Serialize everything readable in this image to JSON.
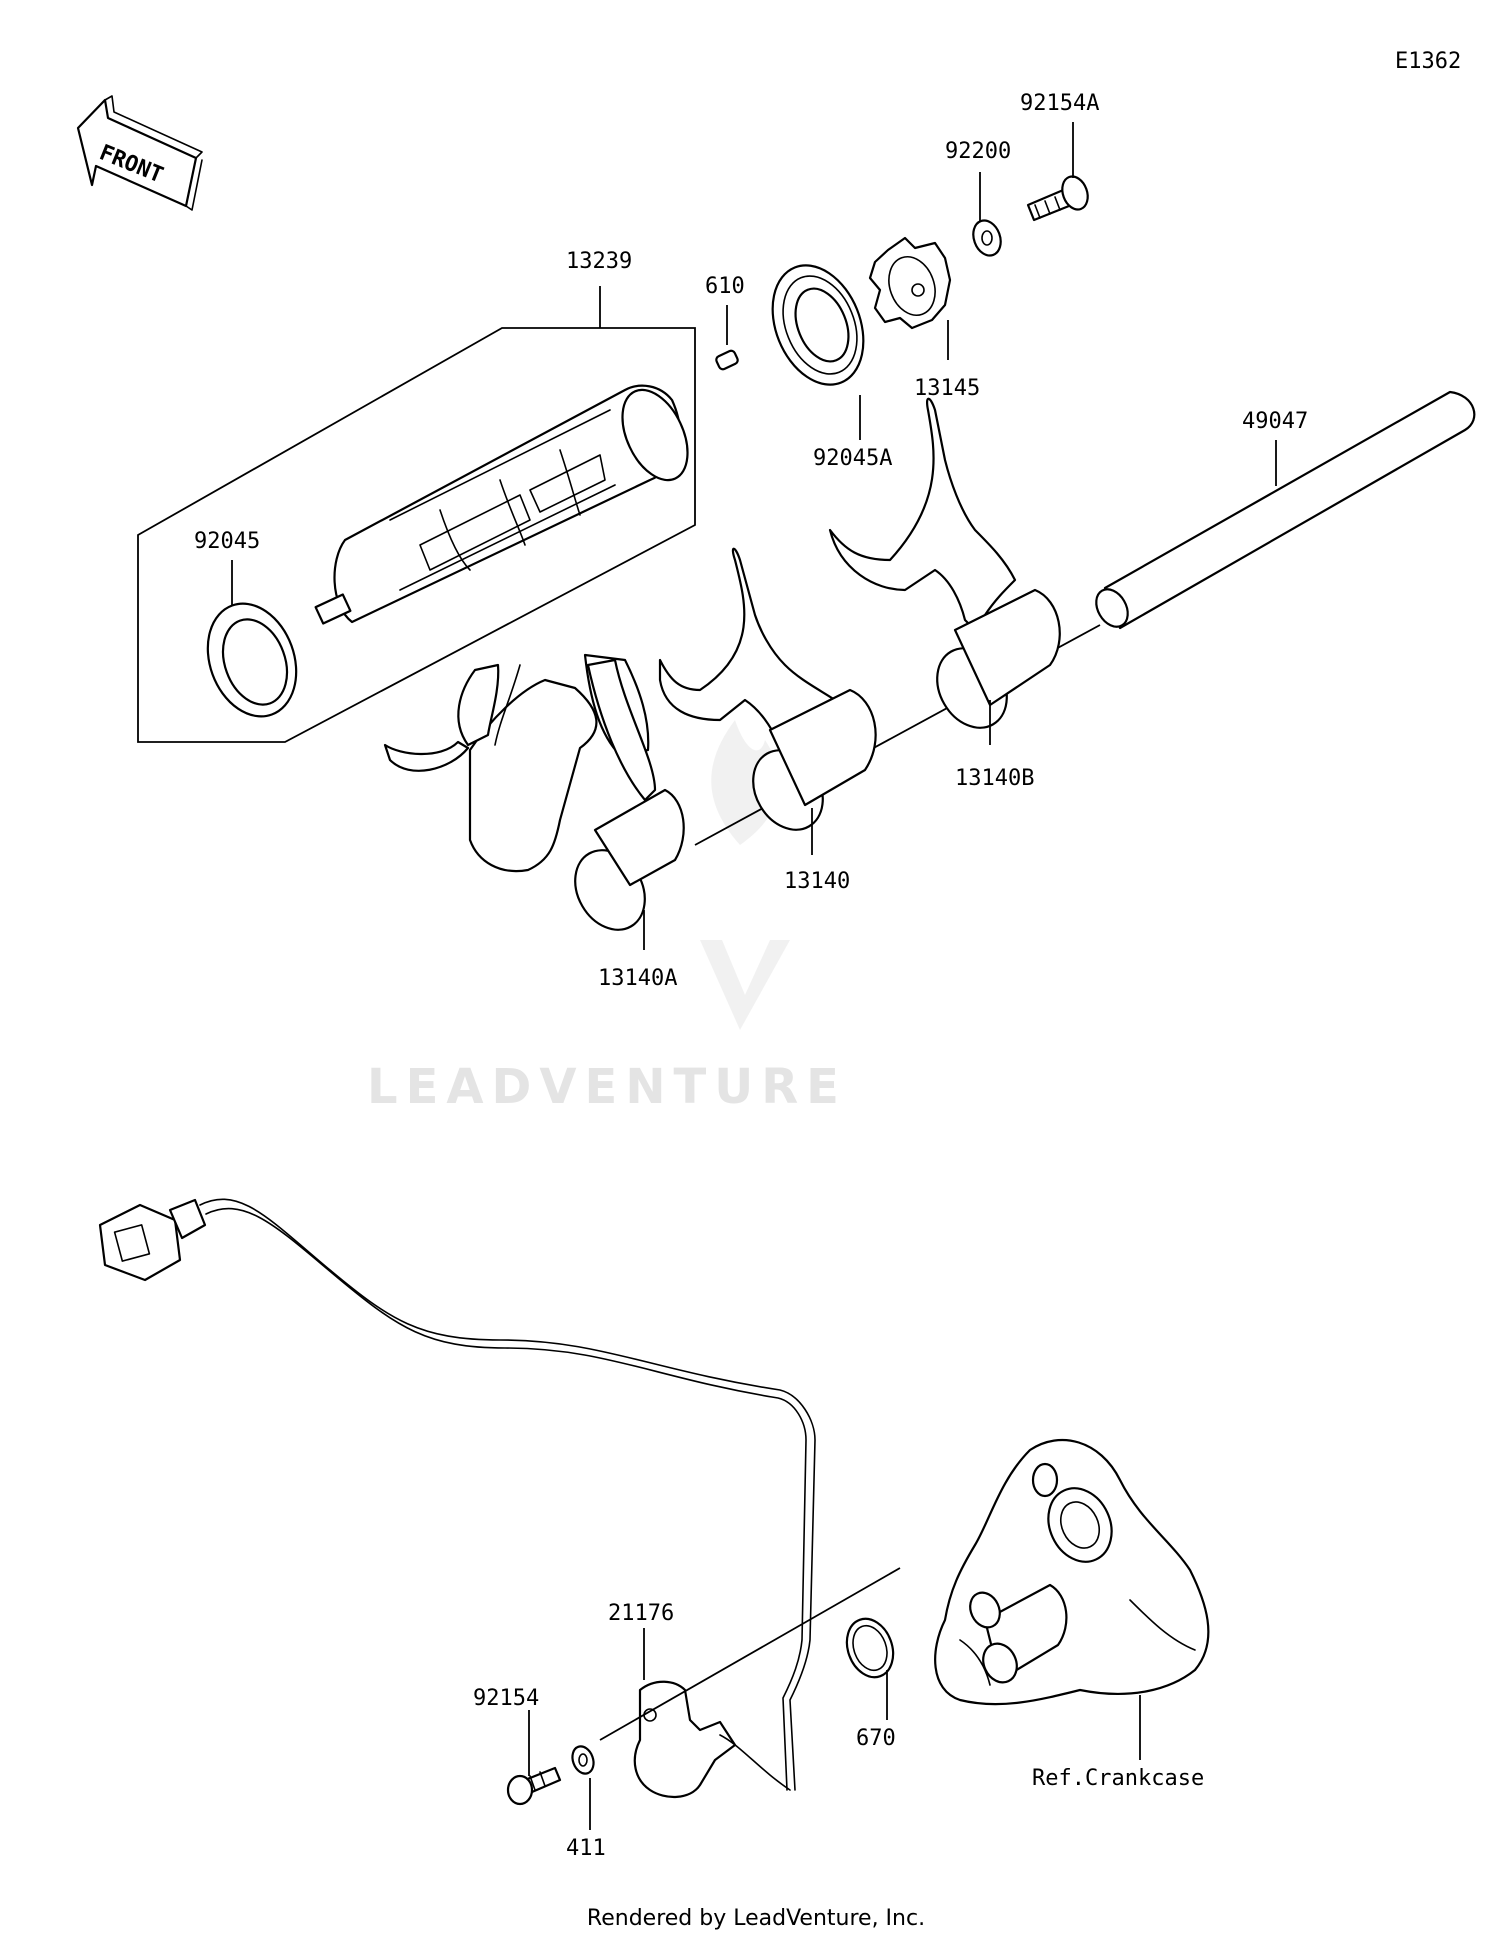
{
  "diagram": {
    "code": "E1362",
    "front_label": "FRONT",
    "watermark": "LEADVENTURE",
    "footer": "Rendered by LeadVenture, Inc.",
    "callouts": {
      "p92154A": "92154A",
      "p92200": "92200",
      "p13239": "13239",
      "p610": "610",
      "p13145": "13145",
      "p92045A": "92045A",
      "p49047": "49047",
      "p92045": "92045",
      "p13140B": "13140B",
      "p13140": "13140",
      "p13140A": "13140A",
      "p21176": "21176",
      "p92154": "92154",
      "p670": "670",
      "p411": "411",
      "ref_crankcase": "Ref.Crankcase"
    }
  }
}
